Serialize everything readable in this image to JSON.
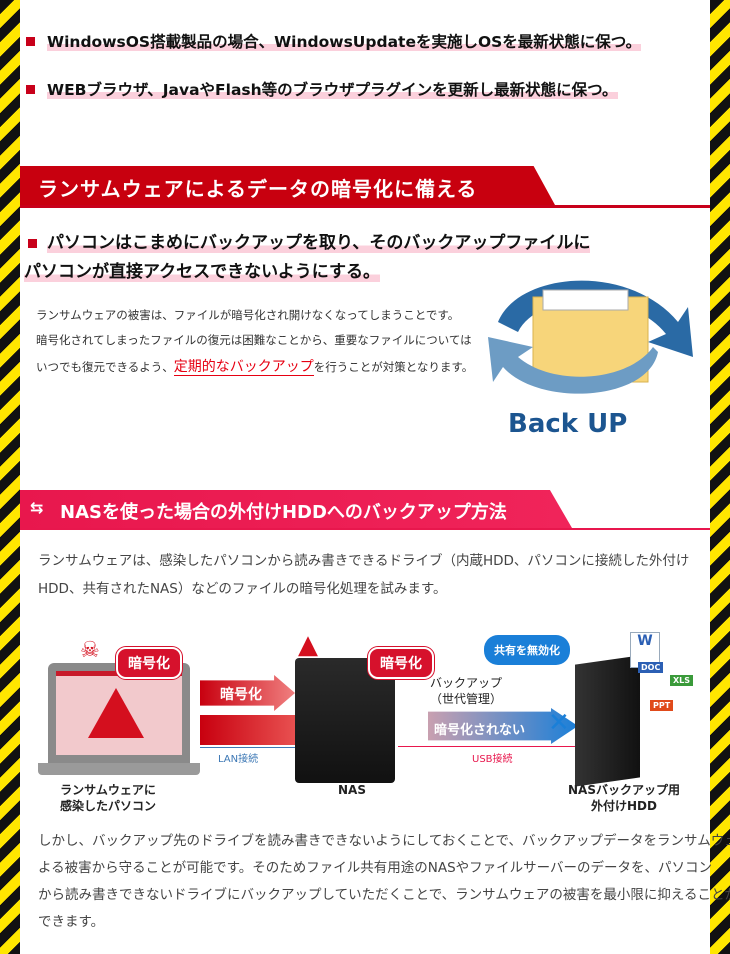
{
  "bullets": [
    "WindowsOS搭載製品の場合、WindowsUpdateを実施しOSを最新状態に保つ。",
    "WEBブラウザ、JavaやFlash等のブラウザプラグインを更新し最新状態に保つ。"
  ],
  "section1": {
    "title": "ランサムウェアによるデータの暗号化に備える",
    "subheading_line1": "パソコンはこまめにバックアップを取り、そのバックアップファイルに",
    "subheading_line2": "パソコンが直接アクセスできないようにする。",
    "para_line1": "ランサムウェアの被害は、ファイルが暗号化され開けなくなってしまうことです。",
    "para_line2": "暗号化されてしまったファイルの復元は困難なことから、重要なファイルについては",
    "para_line3_pre": "いつでも復元できるよう、",
    "para_line3_link": "定期的なバックアップ",
    "para_line3_post": "を行うことが対策となります。",
    "image_label": "Back UP"
  },
  "section2": {
    "title": "NASを使った場合の外付けHDDへのバックアップ方法",
    "para_line1": "ランサムウェアは、感染したパソコンから読み書きできるドライブ（内蔵HDD、パソコンに接続した外付け",
    "para_line2": "HDD、共有されたNAS）などのファイルの暗号化処理を試みます。"
  },
  "diagram": {
    "bubble_encrypt_pc": "暗号化",
    "bubble_encrypt_nas": "暗号化",
    "arrow_encrypt": "暗号化",
    "lan": "LAN接続",
    "usb": "USB接続",
    "share_disable": "共有を無効化",
    "backup_line1": "バックアップ",
    "backup_line2": "（世代管理）",
    "not_encrypted": "暗号化されない",
    "pc_label_1": "ランサムウェアに",
    "pc_label_2": "感染したパソコン",
    "nas_label": "NAS",
    "hdd_label_1": "NASバックアップ用",
    "hdd_label_2": "外付けHDD",
    "doc": "DOC",
    "xls": "XLS",
    "ppt": "PPT",
    "word": "W"
  },
  "closing": [
    "しかし、バックアップ先のドライブを読み書きできないようにしておくことで、バックアップデータをランサムウェアに",
    "よる被害から守ることが可能です。そのためファイル共有用途のNASやファイルサーバーのデータを、パソコン",
    "から読み書きできないドライブにバックアップしていただくことで、ランサムウェアの被害を最小限に抑えることが",
    "できます。"
  ]
}
